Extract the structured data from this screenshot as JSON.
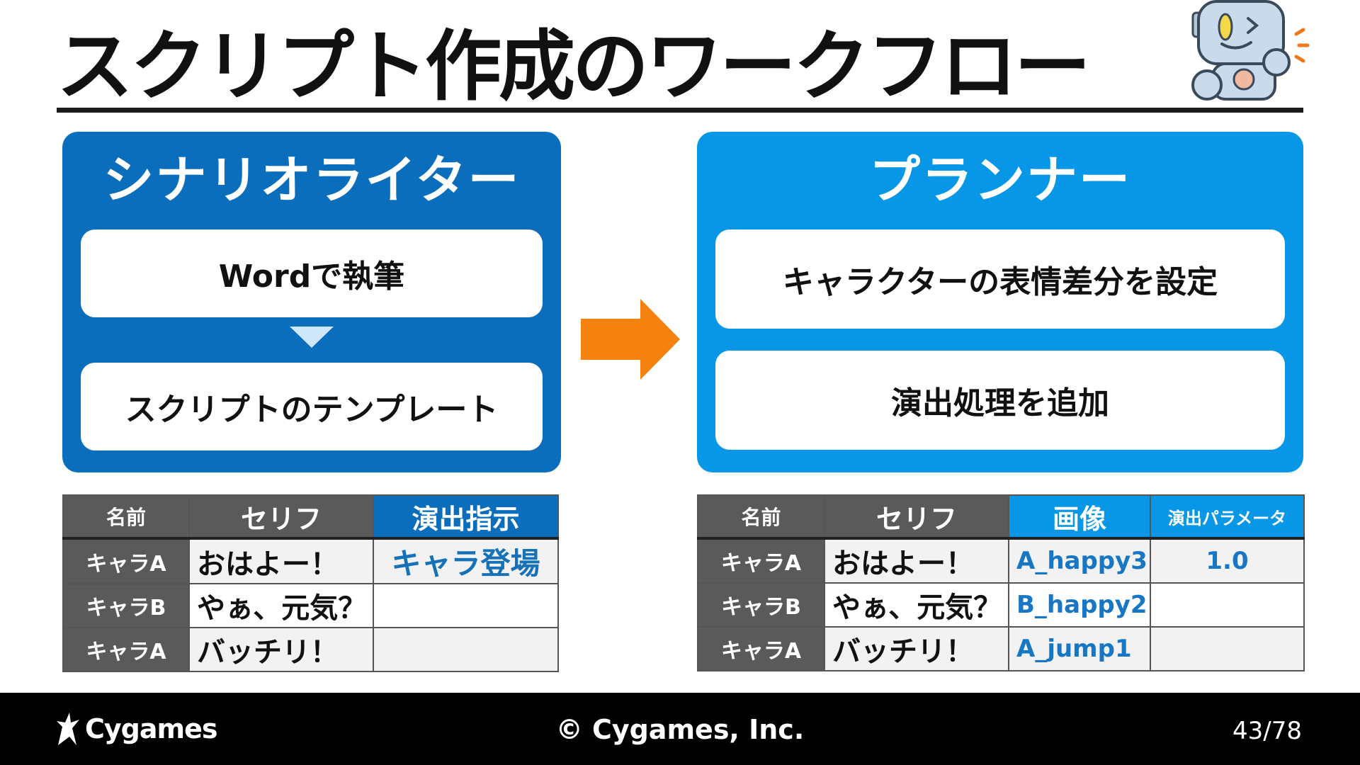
{
  "slide": {
    "title": "スクリプト作成のワークフロー",
    "page_number": "43/78"
  },
  "writer": {
    "title": "シナリオライター",
    "step1": "Wordで執筆",
    "step2": "スクリプトのテンプレート",
    "color": "#0b6ebd"
  },
  "planner": {
    "title": "プランナー",
    "step1": "キャラクターの表情差分を設定",
    "step2": "演出処理を追加",
    "color": "#0797e6"
  },
  "arrow_color": "#f5820e",
  "writer_table": {
    "headers": [
      "名前",
      "セリフ",
      "演出指示"
    ],
    "rows": [
      {
        "name": "キャラA",
        "line": "おはよー！",
        "direction": "キャラ登場"
      },
      {
        "name": "キャラB",
        "line": "やぁ、元気？",
        "direction": ""
      },
      {
        "name": "キャラA",
        "line": "バッチリ！",
        "direction": ""
      }
    ]
  },
  "planner_table": {
    "headers": [
      "名前",
      "セリフ",
      "画像",
      "演出パラメータ"
    ],
    "rows": [
      {
        "name": "キャラA",
        "line": "おはよー！",
        "image": "A_happy3",
        "param": "1.0"
      },
      {
        "name": "キャラB",
        "line": "やぁ、元気？",
        "image": "B_happy2",
        "param": ""
      },
      {
        "name": "キャラA",
        "line": "バッチリ！",
        "image": "A_jump1",
        "param": ""
      }
    ]
  },
  "footer": {
    "logo_text": "Cygames",
    "copyright": "© Cygames, Inc."
  }
}
